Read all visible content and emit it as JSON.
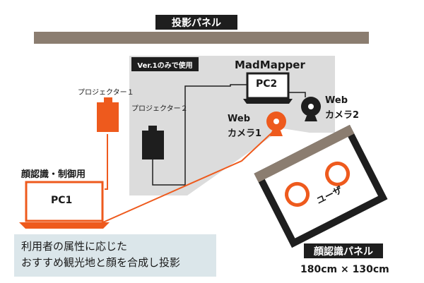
{
  "projection_panel_label": "投影パネル",
  "version_note": "Ver.1のみで使用",
  "madmapper_label": "MadMapper",
  "pc2_label": "PC2",
  "webcam2_label": [
    "Web",
    "カメラ2"
  ],
  "webcam1_label": [
    "Web",
    "カメラ1"
  ],
  "projector1_label": "プロジェクター１",
  "projector2_label": "プロジェクター２",
  "pc1_role_label": "顔認識・制御用",
  "pc1_label": "PC1",
  "user_label": "ユーザ",
  "caption_lines": [
    "利用者の属性に応じた",
    "おすすめ観光地と顔を合成し投影"
  ],
  "face_panel_label": "顔認識パネル",
  "face_panel_size": "180cm × 130cm",
  "colors": {
    "accent": "#ee5a1d",
    "panel_brown": "#8b7d70",
    "gray_zone": "#dcdcdc",
    "dark": "#1e1e1e",
    "caption_bg": "#dbe6ea"
  }
}
